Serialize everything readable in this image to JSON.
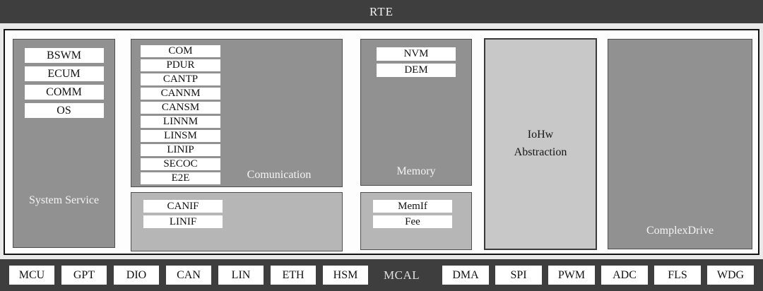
{
  "rte": {
    "label": "RTE"
  },
  "layers": {
    "system_service": {
      "label": "System Service",
      "modules": [
        "BSWM",
        "ECUM",
        "COMM",
        "OS"
      ]
    },
    "communication": {
      "label": "Comunication",
      "modules": [
        "COM",
        "PDUR",
        "CANTP",
        "CANNM",
        "CANSM",
        "LINNM",
        "LINSM",
        "LINIP",
        "SECOC",
        "E2E"
      ],
      "interfaces": [
        "CANIF",
        "LINIF"
      ]
    },
    "memory": {
      "label": "Memory",
      "modules": [
        "NVM",
        "DEM"
      ],
      "interfaces": [
        "MemIf",
        "Fee"
      ]
    },
    "iohw_abstraction": {
      "label": "IoHw\nAbstraction"
    },
    "complex_drive": {
      "label": "ComplexDrive"
    }
  },
  "mcal": {
    "label": "MCAL",
    "left_modules": [
      "MCU",
      "GPT",
      "DIO",
      "CAN",
      "LIN",
      "ETH",
      "HSM"
    ],
    "right_modules": [
      "DMA",
      "SPI",
      "PWM",
      "ADC",
      "FLS",
      "WDG"
    ]
  },
  "colors": {
    "dark_bar": "#3e3e3e",
    "layer_gray": "#919191",
    "interface_gray": "#b6b6b6",
    "iohw_gray": "#c8c8c8",
    "chip_white": "#ffffff",
    "container_bg": "#fdfdfd"
  }
}
